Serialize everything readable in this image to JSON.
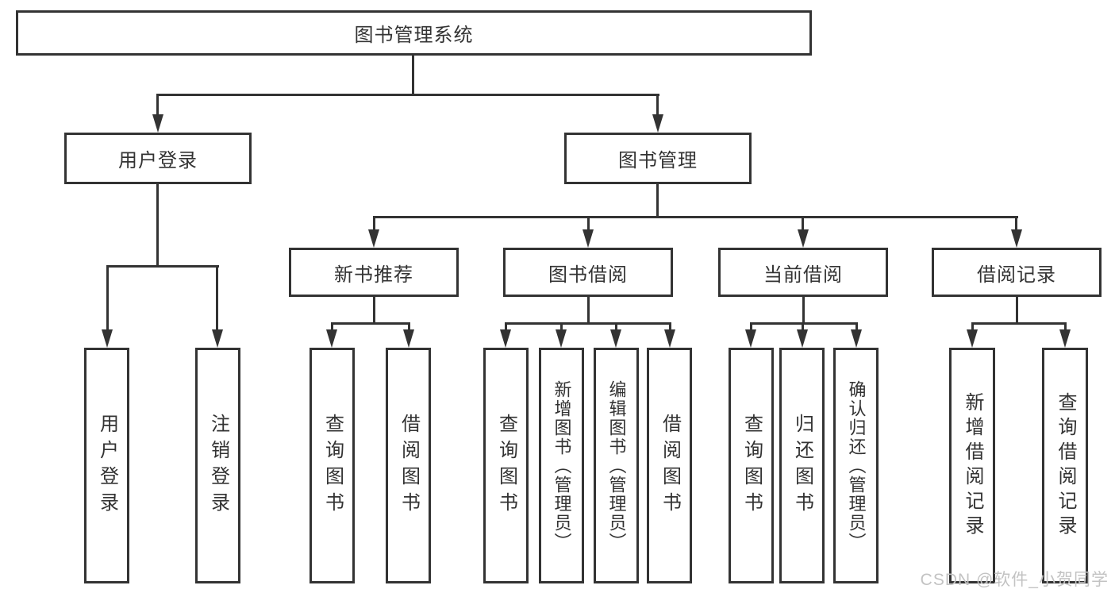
{
  "colors": {
    "line": "#333333",
    "text": "#333333",
    "watermark": "#c3c3c3",
    "background": "#ffffff"
  },
  "watermark": {
    "text": "CSDN @软件_小贺同学"
  },
  "tree": {
    "root": {
      "label": "图书管理系统"
    },
    "branches": [
      {
        "label": "用户登录",
        "leaves": [
          "用户登录",
          "注销登录"
        ]
      },
      {
        "label": "图书管理",
        "groups": [
          {
            "label": "新书推荐",
            "leaves": [
              "查询图书",
              "借阅图书"
            ]
          },
          {
            "label": "图书借阅",
            "leaves": [
              "查询图书",
              "新增图书（管理员）",
              "编辑图书（管理员）",
              "借阅图书"
            ]
          },
          {
            "label": "当前借阅",
            "leaves": [
              "查询图书",
              "归还图书",
              "确认归还（管理员）"
            ]
          },
          {
            "label": "借阅记录",
            "leaves": [
              "新增借阅记录",
              "查询借阅记录"
            ]
          }
        ]
      }
    ]
  }
}
